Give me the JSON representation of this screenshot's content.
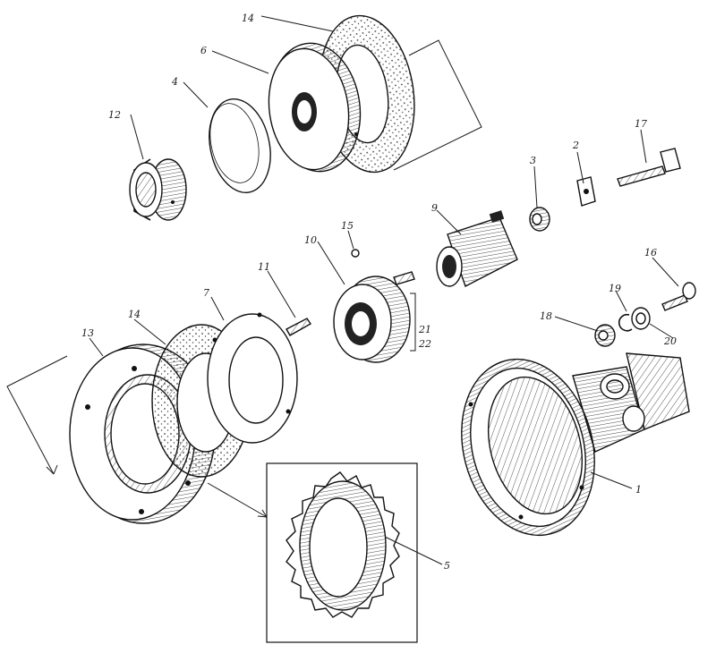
{
  "labels": {
    "l1": "1",
    "l2": "2",
    "l3": "3",
    "l4": "4",
    "l5": "5",
    "l6": "6",
    "l7": "7",
    "l9": "9",
    "l10": "10",
    "l11": "11",
    "l12": "12",
    "l13": "13",
    "l14a": "14",
    "l14b": "14",
    "l15": "15",
    "l16": "16",
    "l17": "17",
    "l18": "18",
    "l19": "19",
    "l20": "20",
    "l21": "21",
    "l22": "22"
  },
  "colors": {
    "ink": "#111111",
    "paper": "#ffffff",
    "hatch": "#555555"
  }
}
